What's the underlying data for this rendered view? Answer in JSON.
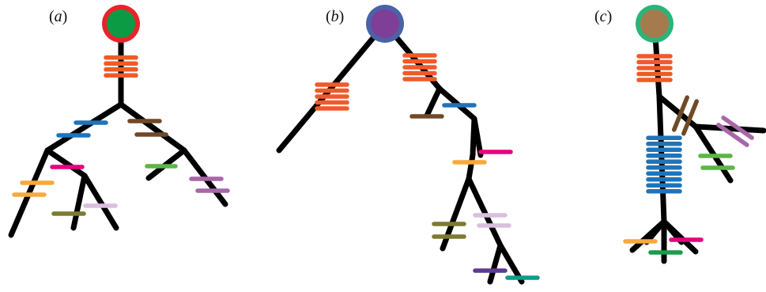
{
  "colors": {
    "branch": "#000000",
    "orange": "#f05a28",
    "blue": "#1e74bb",
    "brown": "#6f4a26",
    "magenta": "#e6007e",
    "yellow": "#f7a93b",
    "olive": "#7d7a32",
    "lilac": "#d9bfdd",
    "green": "#5db645",
    "purple": "#a767a8",
    "violet": "#5d3c8f",
    "teal": "#129b8a",
    "darkgreen": "#1a9b4b"
  },
  "panels": [
    {
      "id": "a",
      "label": "a",
      "root": {
        "ring": "#e8242b",
        "fill": "#0c9b45"
      }
    },
    {
      "id": "b",
      "label": "b",
      "root": {
        "ring": "#4a63a7",
        "fill": "#7f3e98"
      }
    },
    {
      "id": "c",
      "label": "c",
      "root": {
        "ring": "#2bb47a",
        "fill": "#a57a4d"
      }
    }
  ]
}
